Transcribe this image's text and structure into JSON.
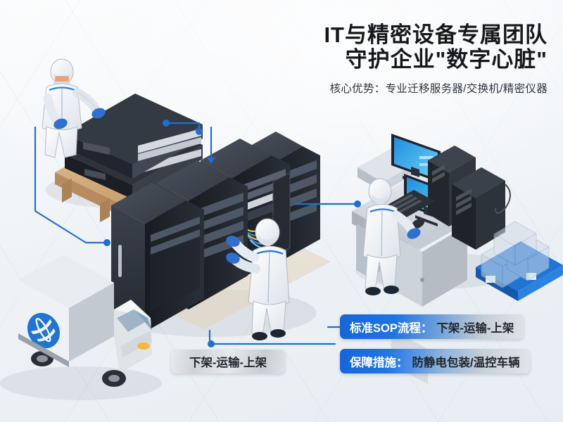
{
  "headline": {
    "line1": "IT与精密设备专属团队",
    "line2": "守护企业\"数字心脏\"",
    "subtitle": "核心优势：专业迁移服务器/交换机/精密仪器"
  },
  "callouts": [
    {
      "id": "sop",
      "label": "标准SOP流程：",
      "value": "下架-运输-上架"
    },
    {
      "id": "guarantee",
      "label": "保障措施：",
      "value": "防静电包装/温控车辆"
    }
  ],
  "pill": {
    "text": "下架-运输-上架"
  },
  "scene": {
    "items": [
      "network-switch-stack-on-pallet",
      "server-rack-row",
      "technician-lifting-switch",
      "technician-cabling-rack",
      "technician-at-workstation",
      "delivery-truck",
      "workstation-desk-dual-monitor",
      "transparent-crates-on-blue-pallet"
    ]
  },
  "colors": {
    "accent_blue": "#1565d8",
    "wire_blue": "#1f6fd0",
    "text_dark": "#16181c",
    "rack_dark": "#2b3038",
    "pallet_wood": "#d8b082",
    "pallet_blue": "#1f74d4",
    "screen_blue": "#2f9fe8",
    "suit_white": "#f3f6f9",
    "glove_blue": "#2f6fd0",
    "truck_silver": "#d9dde2"
  }
}
